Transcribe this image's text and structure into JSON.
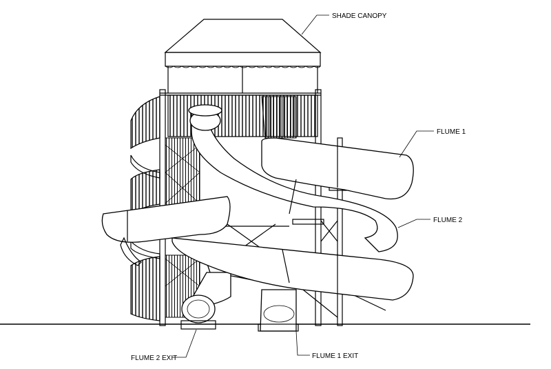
{
  "diagram": {
    "labels": {
      "shade_canopy": "SHADE CANOPY",
      "flume_1": "FLUME 1",
      "flume_2": "FLUME 2",
      "flume_2_exit": "FLUME 2 EXIT",
      "flume_1_exit": "FLUME 1 EXIT"
    },
    "colors": {
      "line": "#000000",
      "background": "#ffffff"
    }
  }
}
